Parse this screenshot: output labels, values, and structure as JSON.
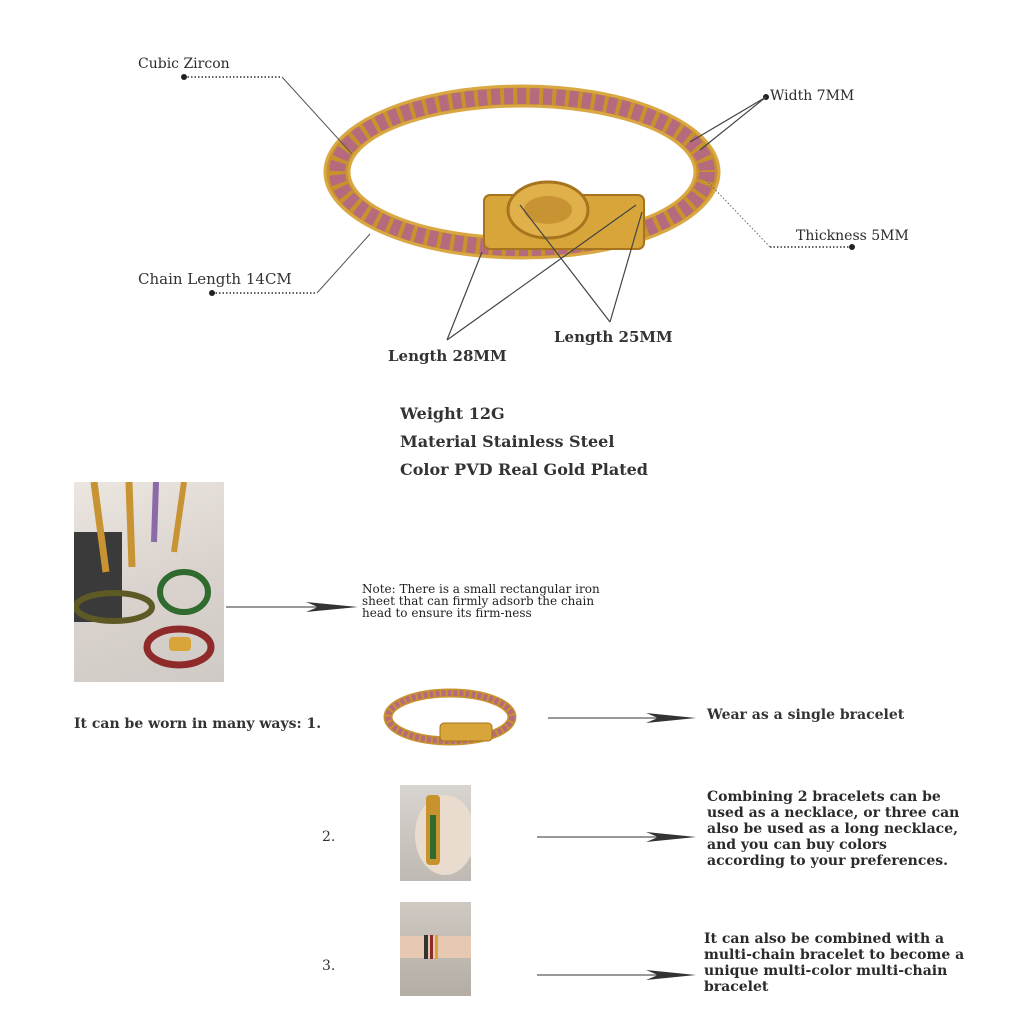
{
  "annotations": {
    "cubic_zircon": "Cubic Zircon",
    "width": "Width 7MM",
    "thickness": "Thickness 5MM",
    "chain_length": "Chain Length 14CM",
    "length_28": "Length 28MM",
    "length_25": "Length 25MM"
  },
  "specs": {
    "weight": "Weight 12G",
    "material": "Material Stainless Steel",
    "color": "Color PVD Real Gold Plated"
  },
  "note": "Note: There is a small rectangular iron sheet that can firmly adsorb the chain head to ensure its firm-ness",
  "ways": {
    "intro": "It can be worn in many ways: 1.",
    "n2": "2.",
    "n3": "3.",
    "desc1": "Wear as a single bracelet",
    "desc2": "Combining 2 bracelets can be used as a necklace, or three can also be used as a long necklace, and you can buy colors according to your preferences.",
    "desc3": "It can also be combined with a multi-chain bracelet to become a unique multi-color multi-chain bracelet"
  },
  "colors": {
    "gold": "#d7a53a",
    "gold_dark": "#a7731c",
    "stone_red": "#8e2a2a",
    "stone_pink": "#d9a6b3",
    "stone_purple": "#8a6aa8",
    "stone_peach": "#e3b89a"
  }
}
